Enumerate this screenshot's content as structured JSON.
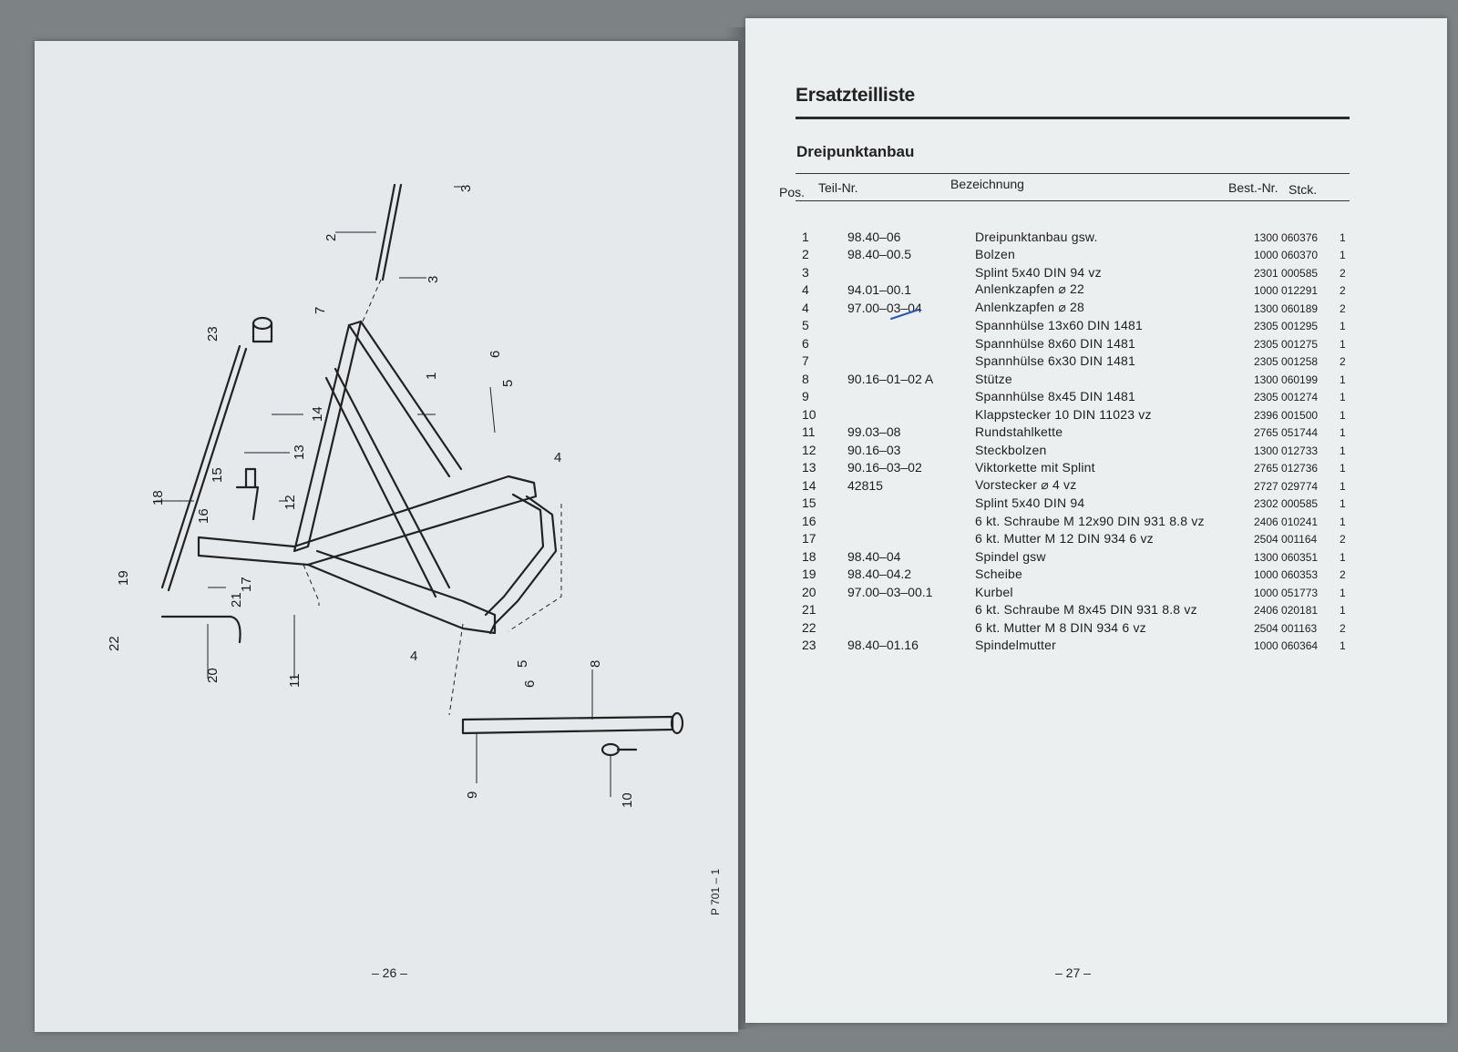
{
  "left_page": {
    "page_number": "– 26 –",
    "drawing_code": "P 701 – 1",
    "callouts": [
      "1",
      "2",
      "3",
      "3",
      "4",
      "4",
      "5",
      "5",
      "6",
      "6",
      "7",
      "8",
      "9",
      "10",
      "11",
      "12",
      "13",
      "14",
      "15",
      "16",
      "17",
      "18",
      "19",
      "20",
      "21",
      "22",
      "23"
    ]
  },
  "right_page": {
    "title": "Ersatzteilliste",
    "section": "Dreipunktanbau",
    "columns": {
      "pos": "Pos.",
      "teil_nr": "Teil-Nr.",
      "bezeichnung": "Bezeichnung",
      "best_nr": "Best.-Nr.",
      "stck": "Stck."
    },
    "rows": [
      {
        "pos": "1",
        "teil_nr": "98.40–06",
        "bezeichnung": "Dreipunktanbau  gsw.",
        "best_nr": "1300 060376",
        "stck": "1"
      },
      {
        "pos": "2",
        "teil_nr": "98.40–00.5",
        "bezeichnung": "Bolzen",
        "best_nr": "1000 060370",
        "stck": "1"
      },
      {
        "pos": "3",
        "teil_nr": "",
        "bezeichnung": "Splint  5x40  DIN  94  vz",
        "best_nr": "2301 000585",
        "stck": "2"
      },
      {
        "pos": "4",
        "teil_nr": "94.01–00.1",
        "bezeichnung": "Anlenkzapfen  ⌀  22",
        "best_nr": "1000 012291",
        "stck": "2"
      },
      {
        "pos": "4",
        "teil_nr": "97.00–03–04",
        "bezeichnung": "Anlenkzapfen  ⌀  28",
        "best_nr": "1300 060189",
        "stck": "2"
      },
      {
        "pos": "5",
        "teil_nr": "",
        "bezeichnung": "Spannhülse  13x60  DIN  1481",
        "best_nr": "2305 001295",
        "stck": "1"
      },
      {
        "pos": "6",
        "teil_nr": "",
        "bezeichnung": "Spannhülse  8x60  DIN  1481",
        "best_nr": "2305 001275",
        "stck": "1"
      },
      {
        "pos": "7",
        "teil_nr": "",
        "bezeichnung": "Spannhülse  6x30  DIN  1481",
        "best_nr": "2305 001258",
        "stck": "2"
      },
      {
        "pos": "8",
        "teil_nr": "90.16–01–02 A",
        "bezeichnung": "Stütze",
        "best_nr": "1300 060199",
        "stck": "1"
      },
      {
        "pos": "9",
        "teil_nr": "",
        "bezeichnung": "Spannhülse  8x45  DIN  1481",
        "best_nr": "2305 001274",
        "stck": "1"
      },
      {
        "pos": "10",
        "teil_nr": "",
        "bezeichnung": "Klappstecker  10  DIN  11023  vz",
        "best_nr": "2396 001500",
        "stck": "1"
      },
      {
        "pos": "11",
        "teil_nr": "99.03–08",
        "bezeichnung": "Rundstahlkette",
        "best_nr": "2765 051744",
        "stck": "1"
      },
      {
        "pos": "12",
        "teil_nr": "90.16–03",
        "bezeichnung": "Steckbolzen",
        "best_nr": "1300 012733",
        "stck": "1"
      },
      {
        "pos": "13",
        "teil_nr": "90.16–03–02",
        "bezeichnung": "Viktorkette  mit  Splint",
        "best_nr": "2765 012736",
        "stck": "1"
      },
      {
        "pos": "14",
        "teil_nr": "42815",
        "bezeichnung": "Vorstecker  ⌀  4  vz",
        "best_nr": "2727 029774",
        "stck": "1"
      },
      {
        "pos": "15",
        "teil_nr": "",
        "bezeichnung": "Splint  5x40  DIN  94",
        "best_nr": "2302 000585",
        "stck": "1"
      },
      {
        "pos": "16",
        "teil_nr": "",
        "bezeichnung": "6  kt.  Schraube  M  12x90  DIN  931  8.8  vz",
        "best_nr": "2406 010241",
        "stck": "1"
      },
      {
        "pos": "17",
        "teil_nr": "",
        "bezeichnung": "6  kt.  Mutter  M  12  DIN  934  6  vz",
        "best_nr": "2504 001164",
        "stck": "2"
      },
      {
        "pos": "18",
        "teil_nr": "98.40–04",
        "bezeichnung": "Spindel  gsw",
        "best_nr": "1300 060351",
        "stck": "1"
      },
      {
        "pos": "19",
        "teil_nr": "98.40–04.2",
        "bezeichnung": "Scheibe",
        "best_nr": "1000 060353",
        "stck": "2"
      },
      {
        "pos": "20",
        "teil_nr": "97.00–03–00.1",
        "bezeichnung": "Kurbel",
        "best_nr": "1000 051773",
        "stck": "1"
      },
      {
        "pos": "21",
        "teil_nr": "",
        "bezeichnung": "6  kt.  Schraube  M  8x45  DIN  931  8.8  vz",
        "best_nr": "2406 020181",
        "stck": "1"
      },
      {
        "pos": "22",
        "teil_nr": "",
        "bezeichnung": "6  kt.  Mutter  M  8  DIN  934  6  vz",
        "best_nr": "2504 001163",
        "stck": "2"
      },
      {
        "pos": "23",
        "teil_nr": "98.40–01.16",
        "bezeichnung": "Spindelmutter",
        "best_nr": "1000 060364",
        "stck": "1"
      }
    ],
    "page_number": "– 27 –"
  },
  "colors": {
    "background": "#7d8385",
    "paper": "#e9ecee",
    "ink": "#1e1e1e",
    "pen_mark": "#2a55b0"
  }
}
